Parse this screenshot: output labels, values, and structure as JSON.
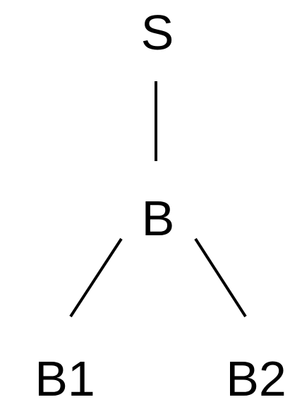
{
  "tree": {
    "nodes": [
      {
        "id": "S",
        "label": "S"
      },
      {
        "id": "B",
        "label": "B"
      },
      {
        "id": "B1",
        "label": "B1"
      },
      {
        "id": "B2",
        "label": "B2"
      }
    ],
    "edges": [
      {
        "from": "S",
        "to": "B"
      },
      {
        "from": "B",
        "to": "B1"
      },
      {
        "from": "B",
        "to": "B2"
      }
    ]
  }
}
